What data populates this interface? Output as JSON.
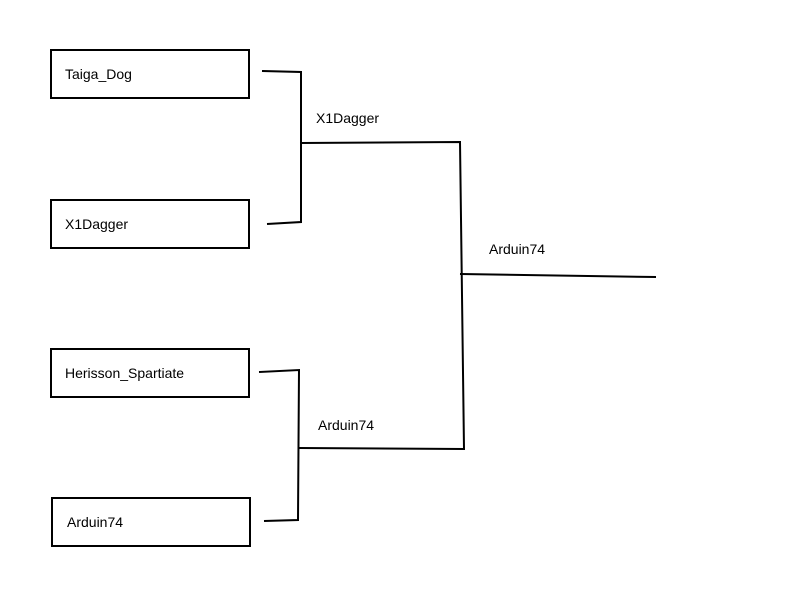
{
  "bracket": {
    "round1": {
      "match1": {
        "player1": "Taiga_Dog",
        "player2": "X1Dagger",
        "winner": "X1Dagger"
      },
      "match2": {
        "player1": "Herisson_Spartiate",
        "player2": "Arduin74",
        "winner": "Arduin74"
      }
    },
    "final": {
      "winner": "Arduin74"
    }
  },
  "colors": {
    "line": "#000000",
    "box_border": "#000000",
    "background": "#ffffff"
  }
}
